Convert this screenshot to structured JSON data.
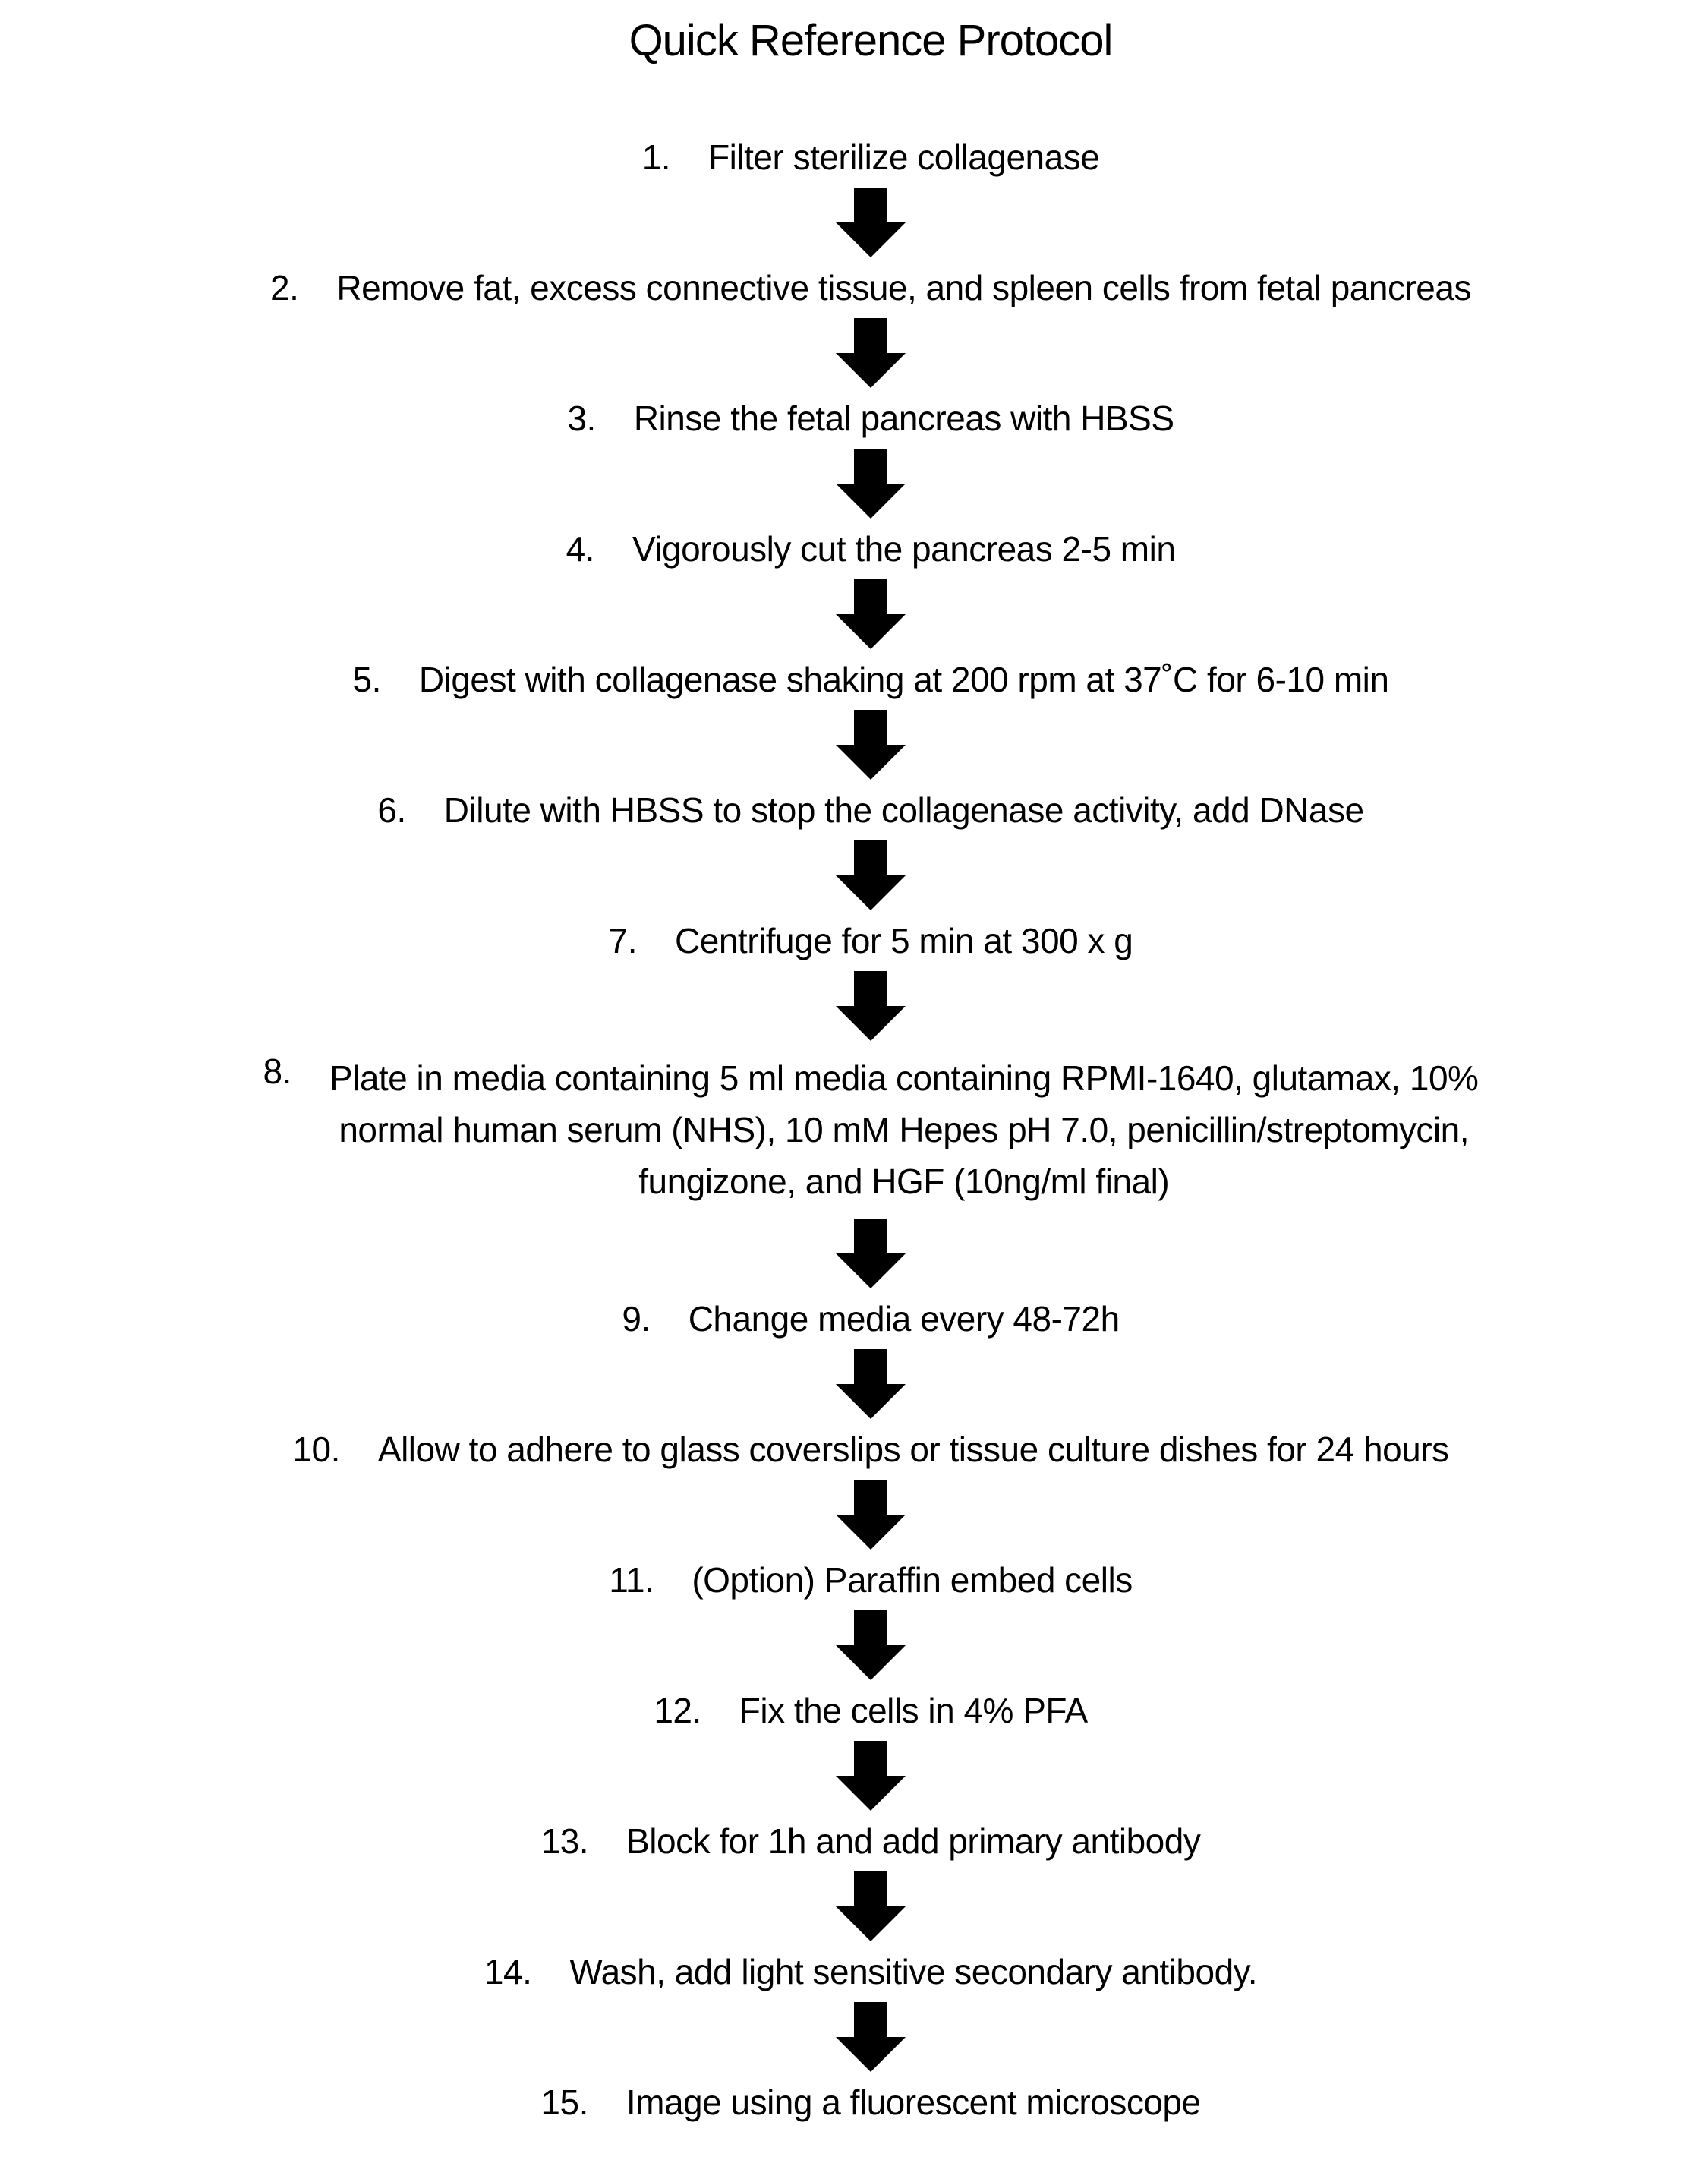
{
  "title": "Quick Reference Protocol",
  "colors": {
    "background": "#ffffff",
    "text": "#000000",
    "arrow": "#000000"
  },
  "flow": {
    "connector_icon": "down-block-arrow",
    "steps": [
      {
        "num": "1.",
        "lines": [
          "Filter sterilize collagenase"
        ]
      },
      {
        "num": "2.",
        "lines": [
          "Remove fat, excess connective tissue, and spleen cells from fetal pancreas"
        ]
      },
      {
        "num": "3.",
        "lines": [
          "Rinse the fetal pancreas with HBSS"
        ]
      },
      {
        "num": "4.",
        "lines": [
          "Vigorously cut the pancreas 2-5 min"
        ]
      },
      {
        "num": "5.",
        "lines": [
          "Digest with collagenase shaking at 200 rpm at 37˚C for 6-10 min"
        ]
      },
      {
        "num": "6.",
        "lines": [
          "Dilute with HBSS to stop the collagenase activity, add DNase"
        ]
      },
      {
        "num": "7.",
        "lines": [
          "Centrifuge for 5 min at 300 x g"
        ]
      },
      {
        "num": "8.",
        "lines": [
          "Plate in media containing 5 ml media containing RPMI-1640, glutamax, 10%",
          "normal human serum (NHS), 10 mM Hepes pH 7.0, penicillin/streptomycin,",
          "fungizone, and HGF (10ng/ml final)"
        ]
      },
      {
        "num": "9.",
        "lines": [
          "Change media every 48-72h"
        ]
      },
      {
        "num": "10.",
        "lines": [
          "Allow to adhere to glass coverslips or tissue culture dishes for 24 hours"
        ]
      },
      {
        "num": "11.",
        "lines": [
          "(Option) Paraffin embed cells"
        ]
      },
      {
        "num": "12.",
        "lines": [
          "Fix the cells in 4% PFA"
        ]
      },
      {
        "num": "13.",
        "lines": [
          "Block for 1h and add primary antibody"
        ]
      },
      {
        "num": "14.",
        "lines": [
          "Wash, add light sensitive secondary antibody."
        ]
      },
      {
        "num": "15.",
        "lines": [
          "Image using a fluorescent microscope"
        ]
      }
    ]
  }
}
